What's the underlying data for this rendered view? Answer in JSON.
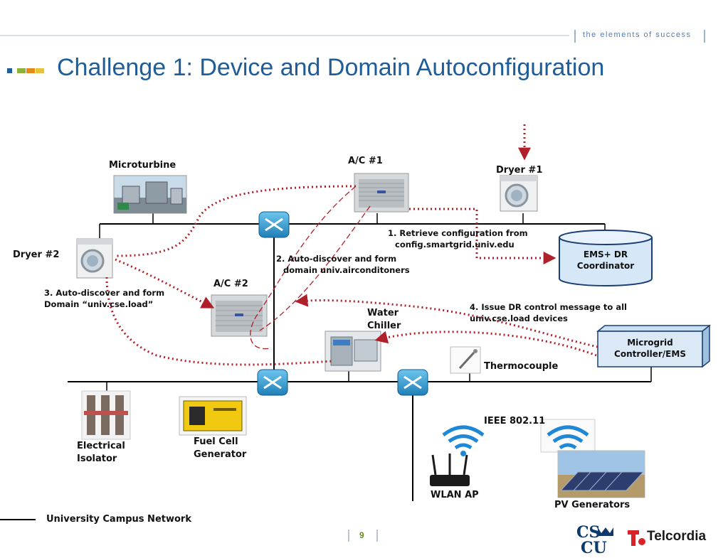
{
  "header": {
    "tagline": "the elements of success",
    "title": "Challenge 1: Device  and Domain Autoconfiguration"
  },
  "devices": {
    "microturbine": "Microturbine",
    "ac1": "A/C #1",
    "dryer1": "Dryer #1",
    "dryer2": "Dryer #2",
    "ac2": "A/C #2",
    "water_chiller_line1": "Water",
    "water_chiller_line2": "Chiller",
    "thermocouple": "Thermocouple",
    "ems_line1": "EMS+ DR",
    "ems_line2": "Coordinator",
    "microgrid_line1": "Microgrid",
    "microgrid_line2": "Controller/EMS",
    "isolator_line1": "Electrical",
    "isolator_line2": "Isolator",
    "fuelcell_line1": "Fuel Cell",
    "fuelcell_line2": "Generator",
    "ieee": "IEEE 802.11",
    "wlan": "WLAN AP",
    "pv": "PV Generators"
  },
  "steps": {
    "s1_line1": "1.   Retrieve configuration from",
    "s1_line2": "config.smartgrid.univ.edu",
    "s2_line1": "2. Auto-discover and form",
    "s2_line2": "domain univ.airconditoners",
    "s3_line1": "3. Auto-discover and form",
    "s3_line2": "Domain “univ.cse.load”",
    "s4_line1": "4. Issue  DR control message to all",
    "s4_line2": "univ.cse.load devices"
  },
  "legend": {
    "network": "University Campus Network"
  },
  "footer": {
    "page": "9",
    "logo_cs_top": "CS",
    "logo_cs_bottom": "CU",
    "telcordia": "Telcordia"
  },
  "colors": {
    "title": "#1f5d99",
    "flow": "#b0202a",
    "network": "#000000"
  }
}
